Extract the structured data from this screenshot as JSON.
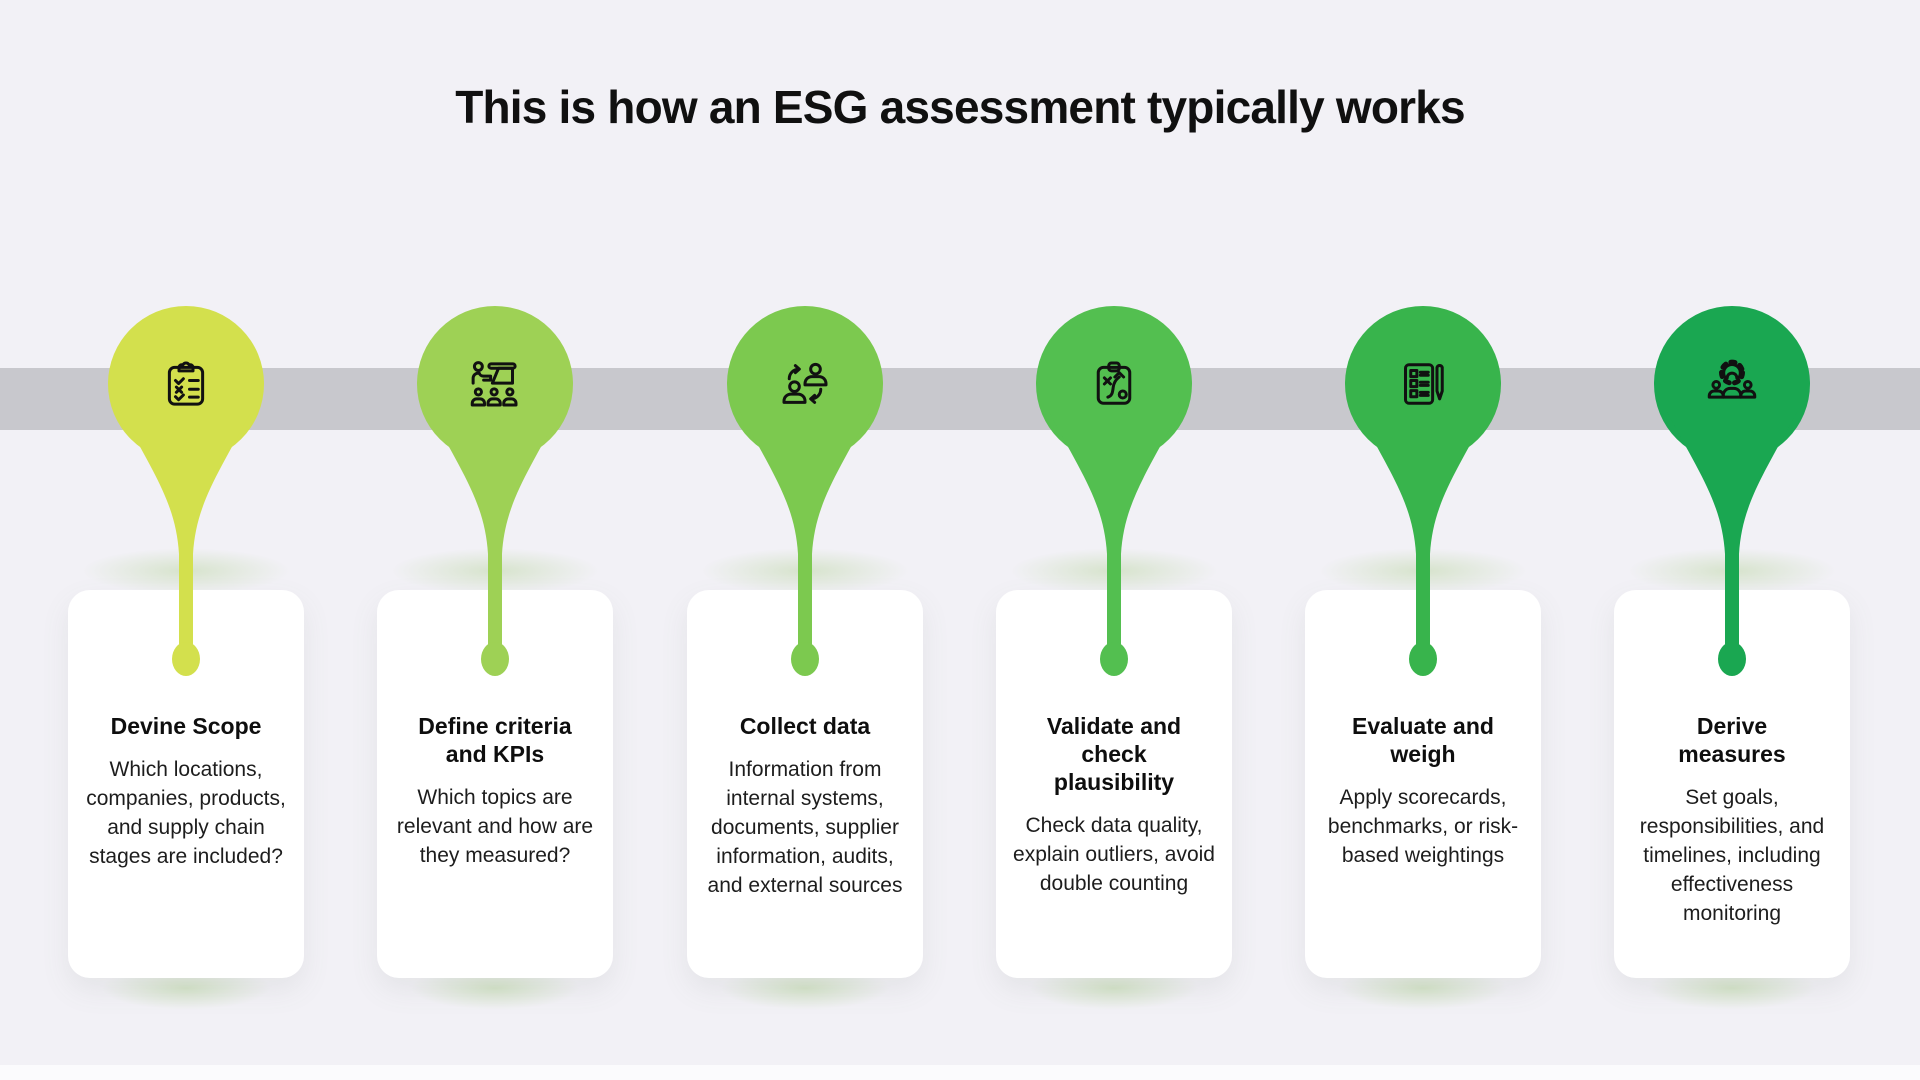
{
  "title": "This is how an ESG assessment typically works",
  "colors": {
    "background": "#f2f1f6",
    "timeline_band": "#c8c8cd",
    "card": "#ffffff",
    "text": "#141414"
  },
  "steps": [
    {
      "title": "Devine Scope",
      "description": "Which locations, companies, products, and supply chain stages are included?",
      "color": "#d3e04d",
      "icon": "clipboard-checklist-icon"
    },
    {
      "title": "Define criteria and KPIs",
      "description": "Which topics are relevant and how are they measured?",
      "color": "#9ed155",
      "icon": "presentation-icon"
    },
    {
      "title": "Collect data",
      "description": "Information from internal systems, documents, supplier information, audits, and external sources",
      "color": "#7cc94f",
      "icon": "people-exchange-icon"
    },
    {
      "title": "Validate and check plausibility",
      "description": "Check data quality, explain outliers, avoid double counting",
      "color": "#53bf50",
      "icon": "strategy-clipboard-icon"
    },
    {
      "title": "Evaluate and weigh",
      "description": "Apply scorecards, benchmarks, or risk-based weightings",
      "color": "#38b44c",
      "icon": "checklist-pen-icon"
    },
    {
      "title": "Derive measures",
      "description": "Set goals, responsibilities, and timelines, including effectiveness monitoring",
      "color": "#1aa751",
      "icon": "team-gear-icon"
    }
  ]
}
